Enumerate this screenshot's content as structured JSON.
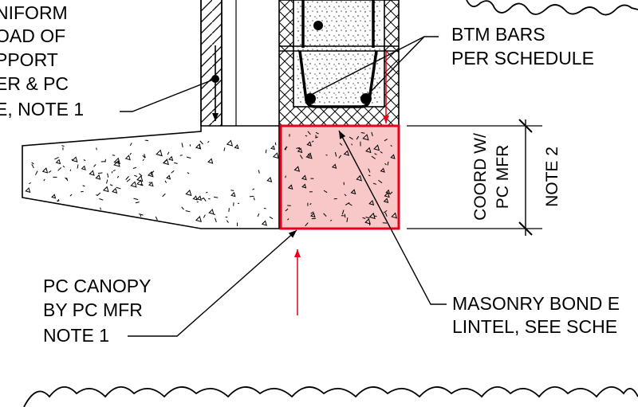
{
  "labels": {
    "uniform_load": [
      "NIFORM",
      "OAD OF",
      "PPORT",
      "ER & PC",
      "E, NOTE 1"
    ],
    "btm_bars": [
      "BTM BARS",
      "PER SCHEDULE"
    ],
    "pc_canopy": [
      "PC CANOPY",
      "BY PC MFR",
      "NOTE 1"
    ],
    "masonry_lintel": [
      "MASONRY BOND E",
      "LINTEL, SEE SCHE"
    ],
    "coord": [
      "COORD W/",
      "PC MFR"
    ],
    "note2": "NOTE 2"
  },
  "colors": {
    "line": "#000000",
    "highlight_fill": "#f8c8c8",
    "highlight_stroke": "#e8001c",
    "arrow_red": "#e8001c"
  }
}
